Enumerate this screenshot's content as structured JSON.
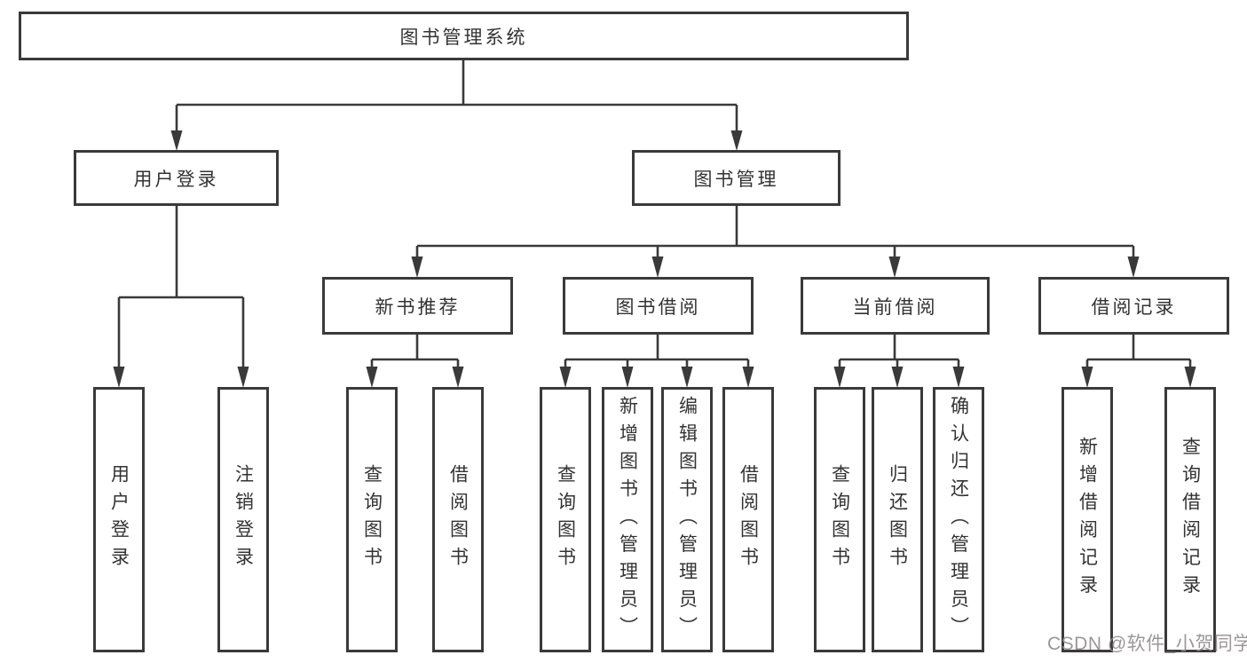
{
  "diagram_title": "图书管理系统",
  "colors": {
    "line": "#3a3a3a",
    "box_border": "#3a3a3a",
    "text": "#333333",
    "background": "#ffffff",
    "watermark": "#948e8e"
  },
  "nodes": {
    "root": {
      "label": "图书管理系统"
    },
    "user_login": {
      "label": "用户登录"
    },
    "book_mgmt": {
      "label": "图书管理"
    },
    "new_book": {
      "label": "新书推荐"
    },
    "book_borrow": {
      "label": "图书借阅"
    },
    "current_borrow": {
      "label": "当前借阅"
    },
    "borrow_record": {
      "label": "借阅记录"
    },
    "leaf_login": {
      "label": "用户登录"
    },
    "leaf_logout": {
      "label": "注销登录"
    },
    "leaf_nb_query": {
      "label": "查询图书"
    },
    "leaf_nb_borrow": {
      "label": "借阅图书"
    },
    "leaf_bw_query": {
      "label": "查询图书"
    },
    "leaf_bw_add": {
      "label": "新增图书（管理员）"
    },
    "leaf_bw_edit": {
      "label": "编辑图书（管理员）"
    },
    "leaf_bw_borrow": {
      "label": "借阅图书"
    },
    "leaf_cb_query": {
      "label": "查询图书"
    },
    "leaf_cb_return": {
      "label": "归还图书"
    },
    "leaf_cb_confirm": {
      "label": "确认归还（管理员）"
    },
    "leaf_rc_add": {
      "label": "新增借阅记录"
    },
    "leaf_rc_query": {
      "label": "查询借阅记录"
    }
  },
  "watermark": {
    "text": "CSDN @软件_小贺同学"
  }
}
